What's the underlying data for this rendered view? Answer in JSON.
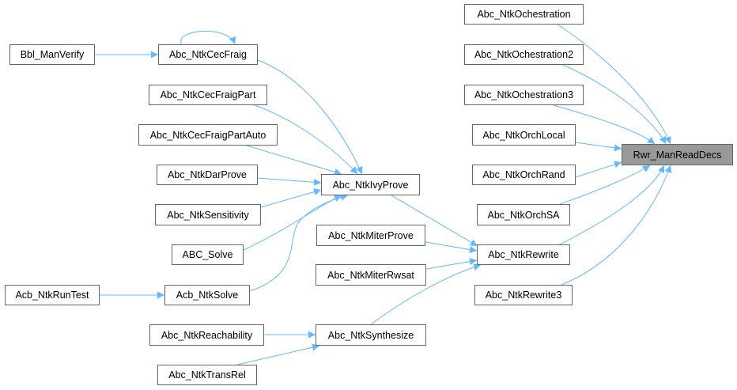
{
  "graph": {
    "focus": "Rwr_ManReadDecs",
    "nodes": {
      "bbl_manverify": "Bbl_ManVerify",
      "abc_ntkcecfraig": "Abc_NtkCecFraig",
      "abc_ntkcecfraigpart": "Abc_NtkCecFraigPart",
      "abc_ntkcecfraigpartauto": "Abc_NtkCecFraigPartAuto",
      "abc_ntkdarprove": "Abc_NtkDarProve",
      "abc_ntksensitivity": "Abc_NtkSensitivity",
      "abc_solve": "ABC_Solve",
      "acb_ntksolve": "Acb_NtkSolve",
      "acb_ntkruntest": "Acb_NtkRunTest",
      "abc_ntkivyprove": "Abc_NtkIvyProve",
      "abc_ntkmiterprove": "Abc_NtkMiterProve",
      "abc_ntkmiterrwsat": "Abc_NtkMiterRwsat",
      "abc_ntkreachability": "Abc_NtkReachability",
      "abc_ntktransrel": "Abc_NtkTransRel",
      "abc_ntksynthesize": "Abc_NtkSynthesize",
      "abc_ntkrewrite": "Abc_NtkRewrite",
      "abc_ntkrewrite3": "Abc_NtkRewrite3",
      "abc_ntkochestration": "Abc_NtkOchestration",
      "abc_ntkochestration2": "Abc_NtkOchestration2",
      "abc_ntkochestration3": "Abc_NtkOchestration3",
      "abc_ntkorchlocal": "Abc_NtkOrchLocal",
      "abc_ntkorchrand": "Abc_NtkOrchRand",
      "abc_ntkorchsa": "Abc_NtkOrchSA",
      "rwr_manreaddecs": "Rwr_ManReadDecs"
    },
    "colors": {
      "edge": "#63b8ff",
      "focus_fill": "#999999",
      "border": "#666666"
    }
  }
}
